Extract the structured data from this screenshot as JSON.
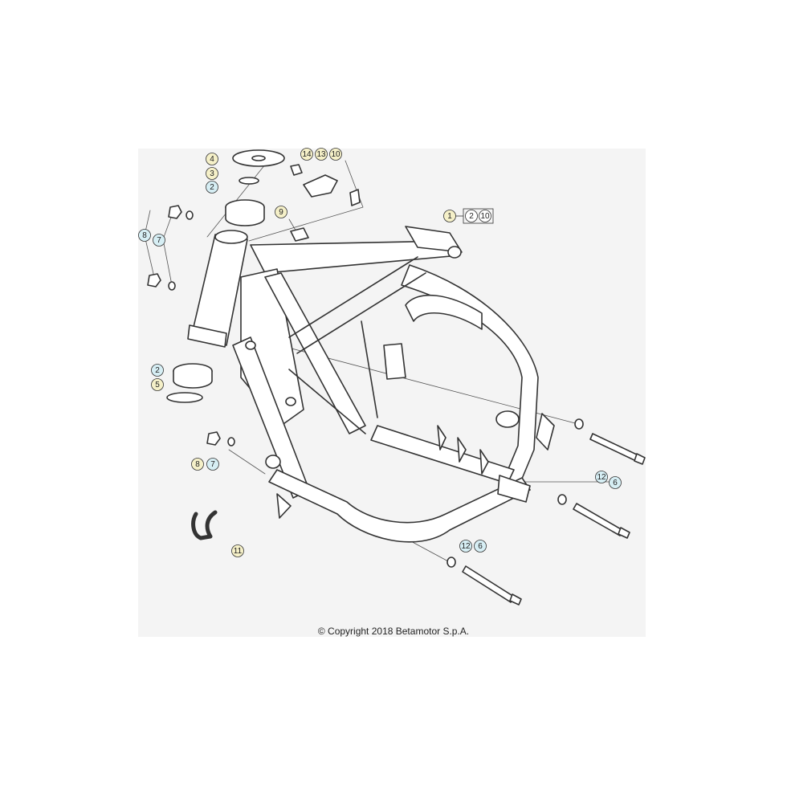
{
  "copyright": "© Copyright 2018 Betamotor S.p.A.",
  "colors": {
    "yellow": "#f5f0c8",
    "cyan": "#d6eef4",
    "white": "#ffffff",
    "line": "#333333"
  },
  "callouts": [
    {
      "label": "4",
      "color": "yellow"
    },
    {
      "label": "3",
      "color": "yellow"
    },
    {
      "label": "2",
      "color": "cyan"
    },
    {
      "label": "8",
      "color": "cyan"
    },
    {
      "label": "7",
      "color": "cyan"
    },
    {
      "label": "14",
      "color": "yellow"
    },
    {
      "label": "13",
      "color": "yellow"
    },
    {
      "label": "10",
      "color": "yellow"
    },
    {
      "label": "9",
      "color": "yellow"
    },
    {
      "label": "1",
      "color": "yellow"
    },
    {
      "label": "2",
      "color": "white"
    },
    {
      "label": "10",
      "color": "white"
    },
    {
      "label": "2",
      "color": "cyan"
    },
    {
      "label": "5",
      "color": "yellow"
    },
    {
      "label": "8",
      "color": "yellow"
    },
    {
      "label": "7",
      "color": "cyan"
    },
    {
      "label": "11",
      "color": "yellow"
    },
    {
      "label": "12",
      "color": "cyan"
    },
    {
      "label": "6",
      "color": "cyan"
    },
    {
      "label": "12",
      "color": "cyan"
    },
    {
      "label": "6",
      "color": "cyan"
    }
  ]
}
